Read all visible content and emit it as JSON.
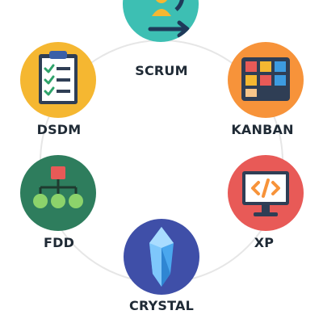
{
  "diagram": {
    "nodes": [
      {
        "id": "scrum",
        "label": "SCRUM",
        "color": "#3dbfb3",
        "icon": "scrum-team-cycle-icon"
      },
      {
        "id": "kanban",
        "label": "KANBAN",
        "color": "#f7933a",
        "icon": "kanban-board-icon"
      },
      {
        "id": "xp",
        "label": "XP",
        "color": "#e85a57",
        "icon": "code-monitor-icon"
      },
      {
        "id": "crystal",
        "label": "CRYSTAL",
        "color": "#3f4fa8",
        "icon": "crystal-gem-icon"
      },
      {
        "id": "fdd",
        "label": "FDD",
        "color": "#2e7d5d",
        "icon": "feature-tree-icon"
      },
      {
        "id": "dsdm",
        "label": "DSDM",
        "color": "#f5b731",
        "icon": "checklist-clipboard-icon"
      }
    ],
    "ring_color": "#e6e6e6"
  }
}
